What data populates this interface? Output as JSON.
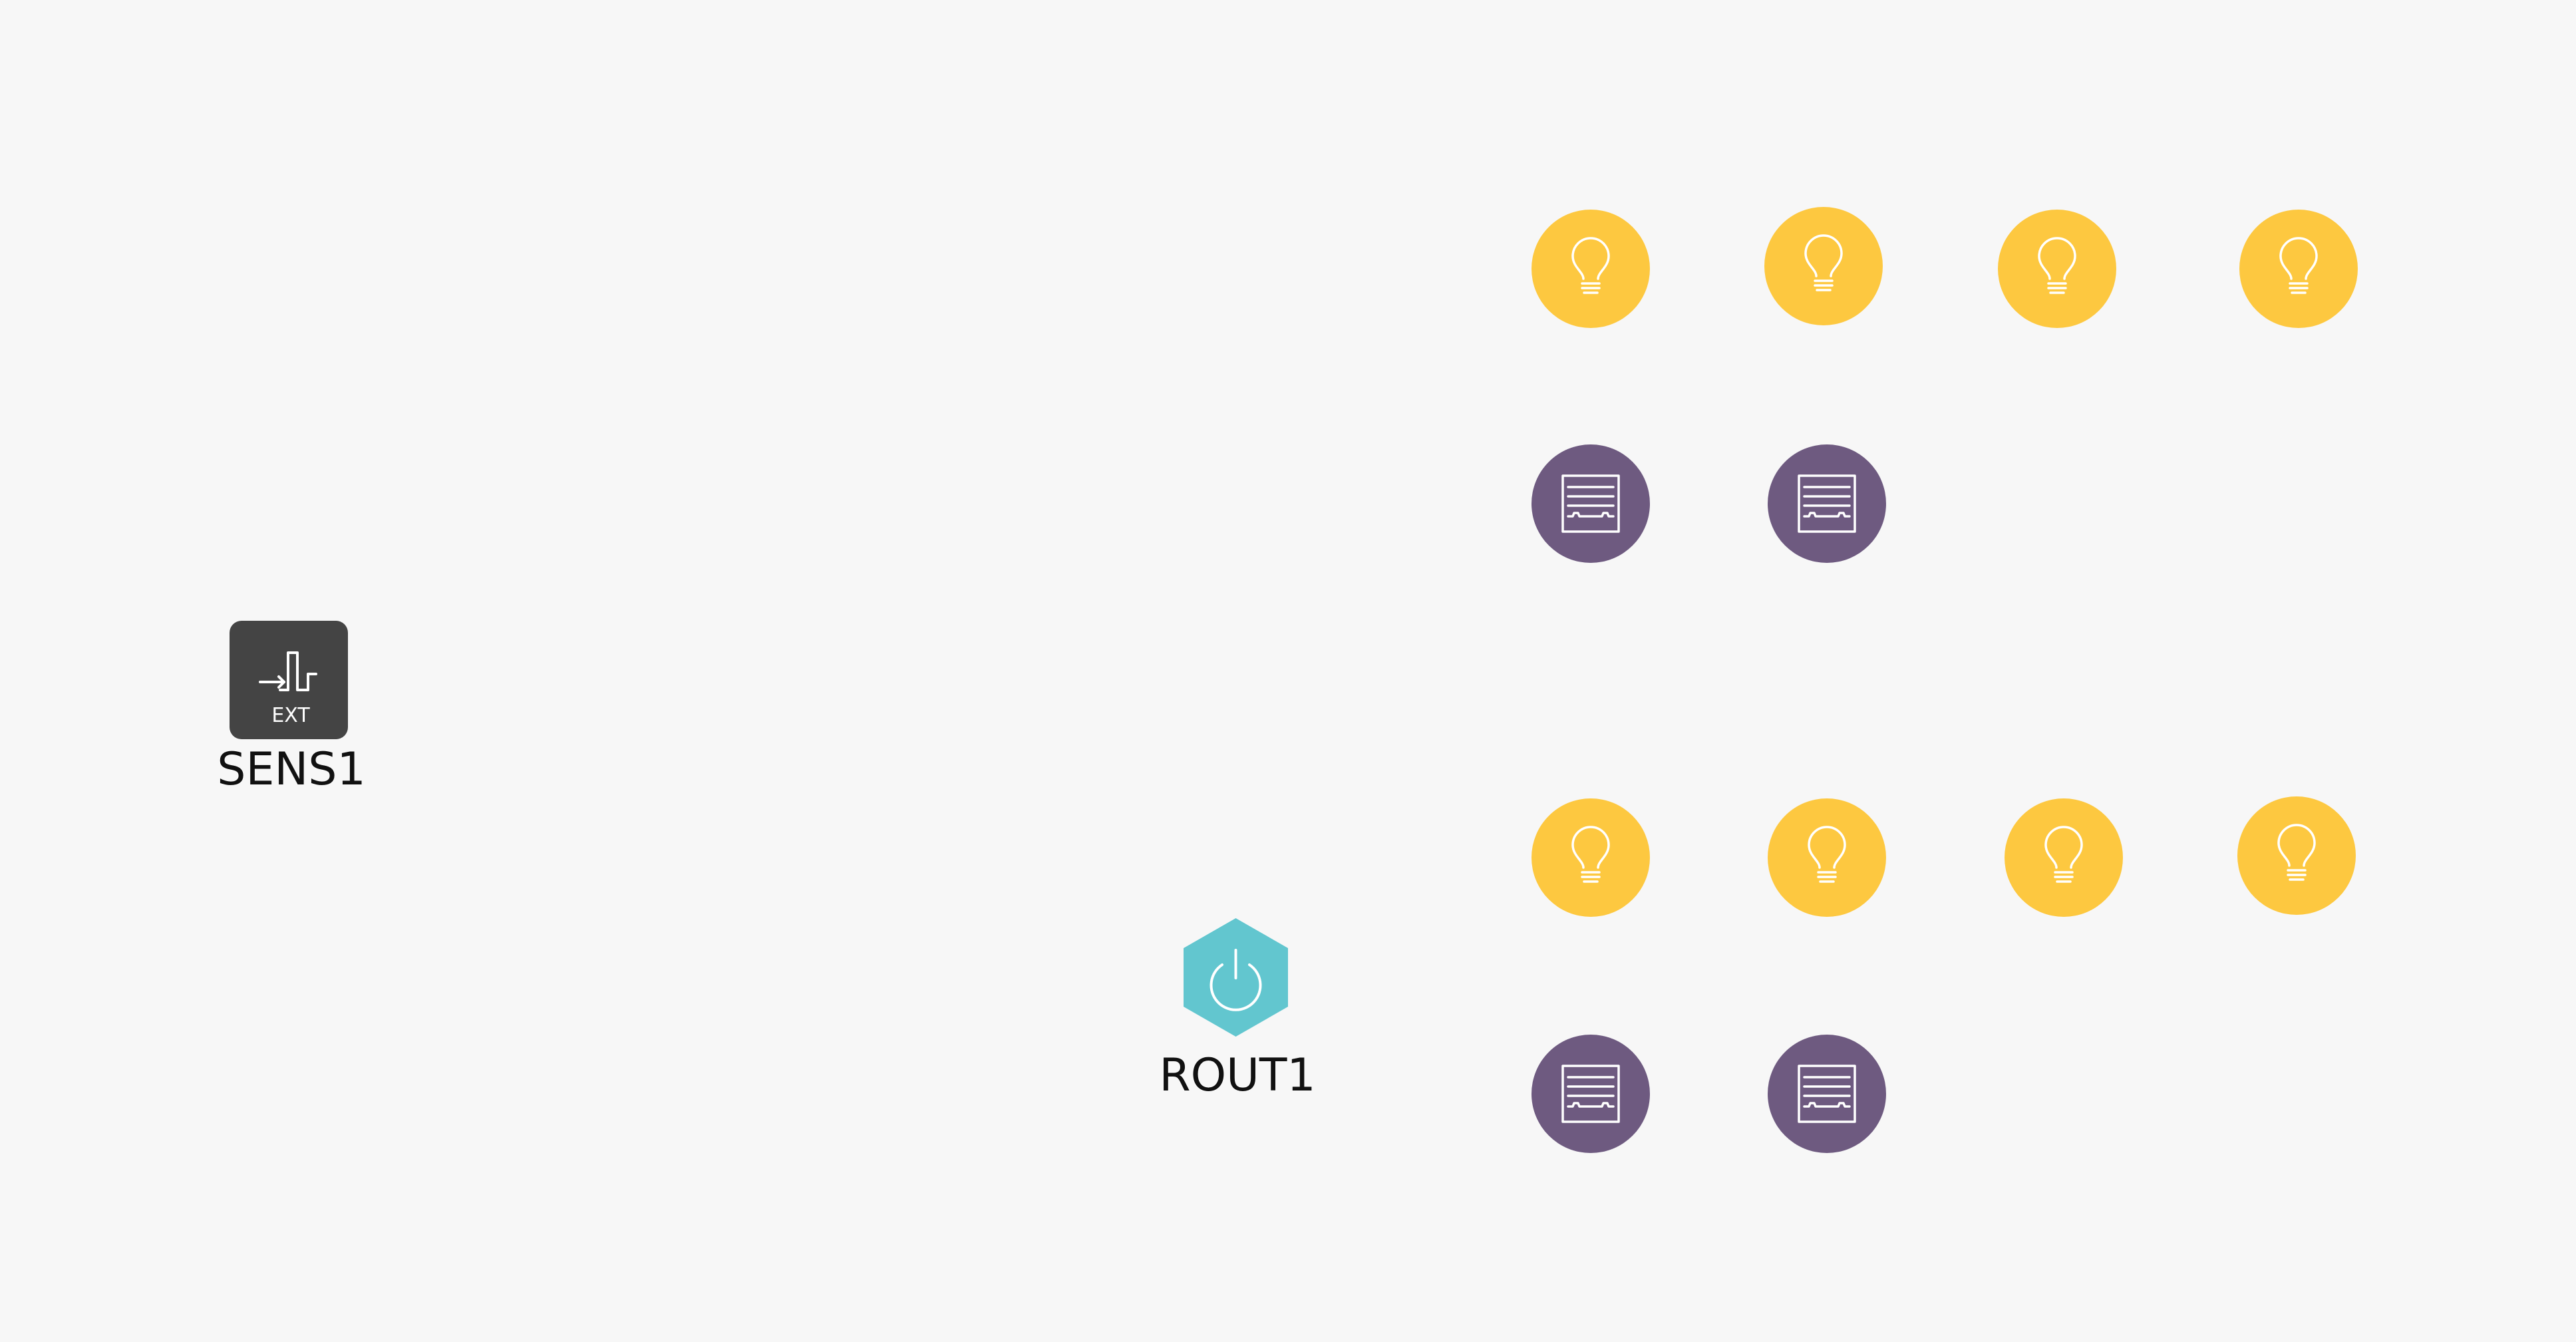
{
  "colors": {
    "background": "#f7f7f7",
    "light": "#fdc840",
    "blind": "#6e5a80",
    "router": "#62c6cf",
    "sensor": "#444444",
    "icon_stroke": "#ffffff",
    "label": "#111111"
  },
  "sensor": {
    "label": "SENS1",
    "badge": "EXT",
    "icon": "ext-input-step-icon"
  },
  "router": {
    "label": "ROUT1",
    "icon": "power-icon"
  },
  "light_icon": "light-bulb-icon",
  "blind_icon": "blind-shade-icon",
  "group_a": {
    "lights": 4,
    "blinds": 2
  },
  "group_b": {
    "lights": 4,
    "blinds": 2
  }
}
